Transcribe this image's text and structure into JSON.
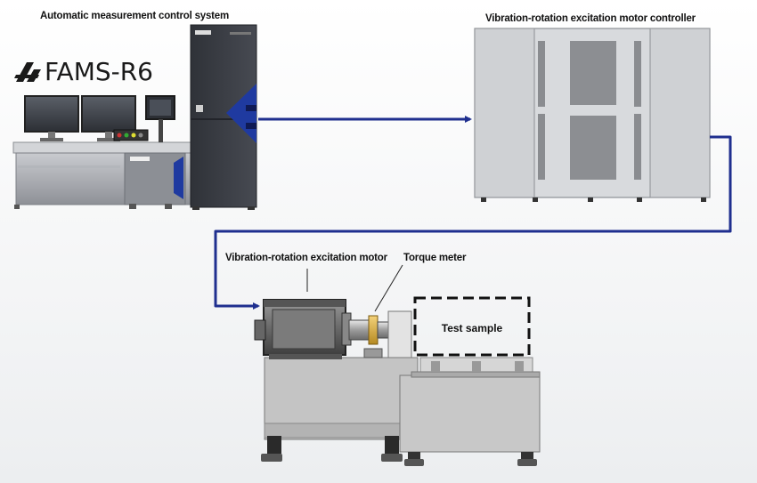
{
  "labels": {
    "system": "Automatic measurement control system",
    "controller": "Vibration-rotation excitation motor controller",
    "motor": "Vibration-rotation excitation motor",
    "torque": "Torque meter",
    "sample": "Test sample"
  },
  "brand": {
    "name": "FAMS-R6"
  },
  "colors": {
    "connector": "#1f2f8f",
    "accent": "#1f3aa0",
    "cabinet": "#3a3d44"
  }
}
